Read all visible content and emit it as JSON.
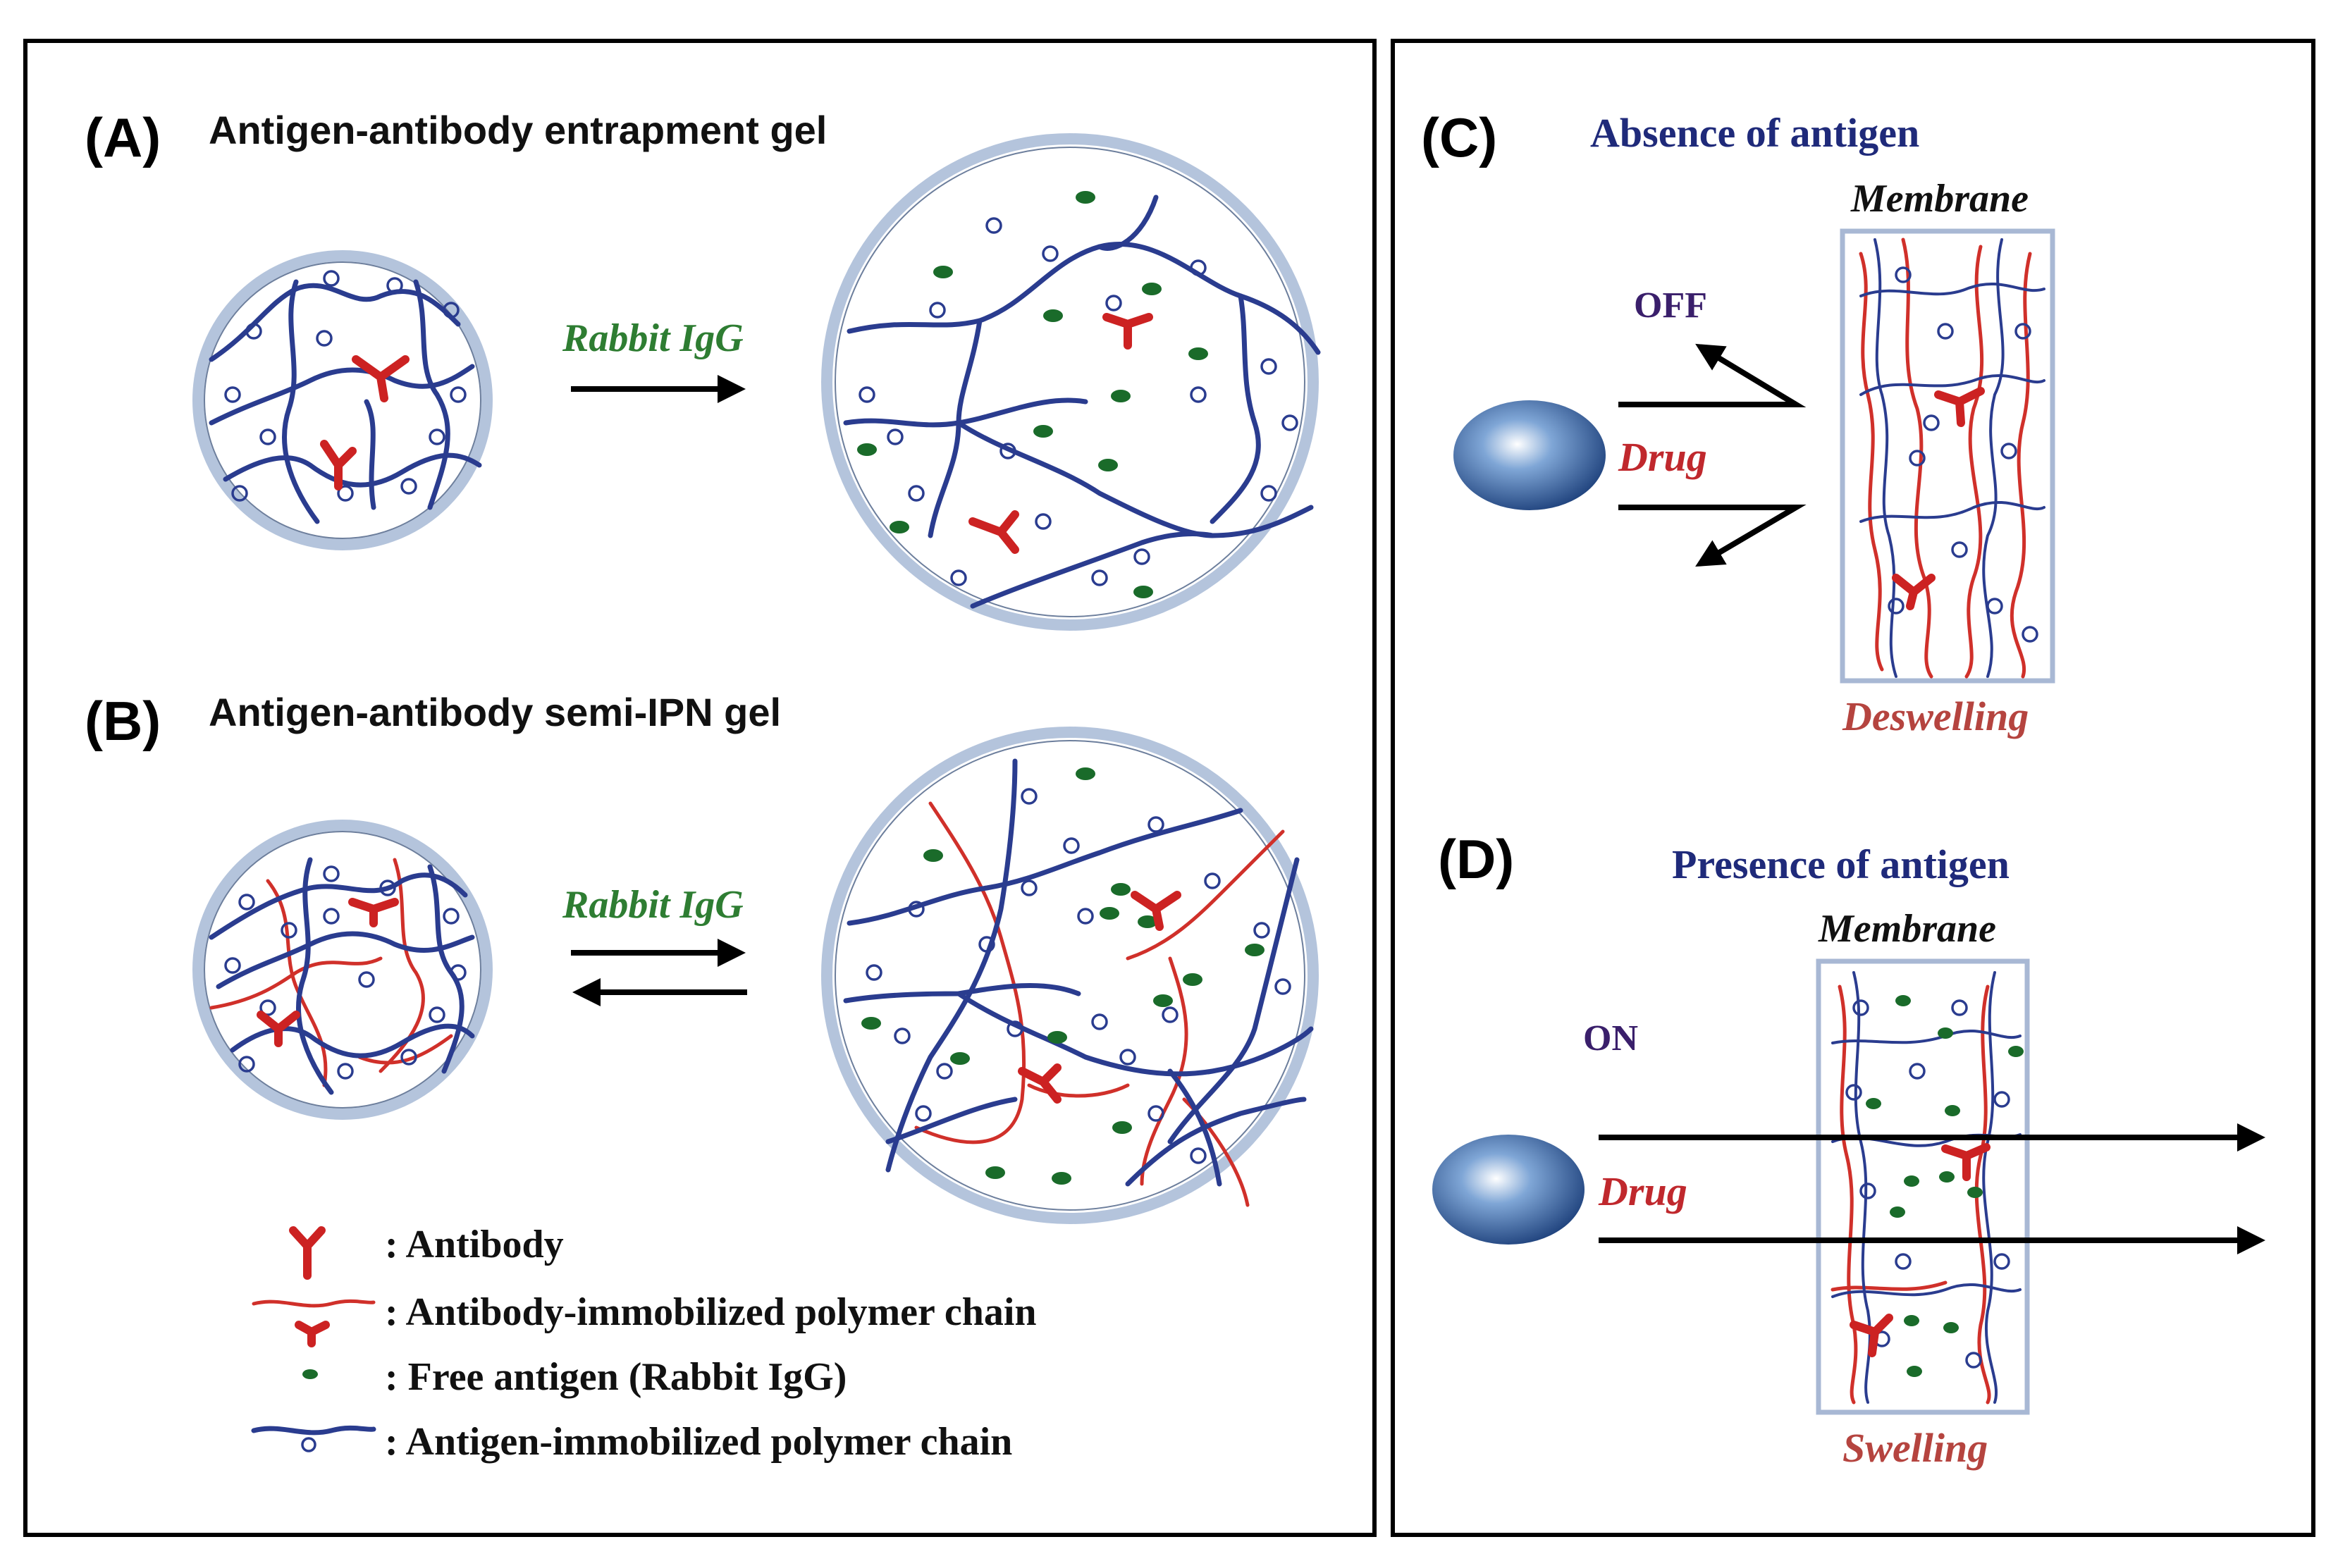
{
  "panels": {
    "A": {
      "letter": "(A)",
      "title": "Antigen-antibody entrapment gel",
      "stimulus": "Rabbit IgG"
    },
    "B": {
      "letter": "(B)",
      "title": "Antigen-antibody semi-IPN gel",
      "stimulus": "Rabbit IgG"
    },
    "C": {
      "letter": "(C)",
      "title": "Absence of antigen",
      "membrane_label": "Membrane",
      "gate_label": "OFF",
      "drug_label": "Drug",
      "state_label": "Deswelling"
    },
    "D": {
      "letter": "(D)",
      "title": "Presence of antigen",
      "membrane_label": "Membrane",
      "gate_label": "ON",
      "drug_label": "Drug",
      "state_label": "Swelling"
    }
  },
  "legend": [
    {
      "symbol": "antibody",
      "label": ": Antibody"
    },
    {
      "symbol": "antibody-chain",
      "label": ": Antibody-immobilized polymer chain"
    },
    {
      "symbol": "antigen-dot",
      "label": ": Free antigen (Rabbit IgG)"
    },
    {
      "symbol": "antigen-chain",
      "label": ": Antigen-immobilized polymer chain"
    }
  ],
  "colors": {
    "antigen_chain": "#2a3c8f",
    "antibody_chain": "#d0302a",
    "free_antigen": "#1a6b2a",
    "gel_border": "#b4c4dc"
  }
}
